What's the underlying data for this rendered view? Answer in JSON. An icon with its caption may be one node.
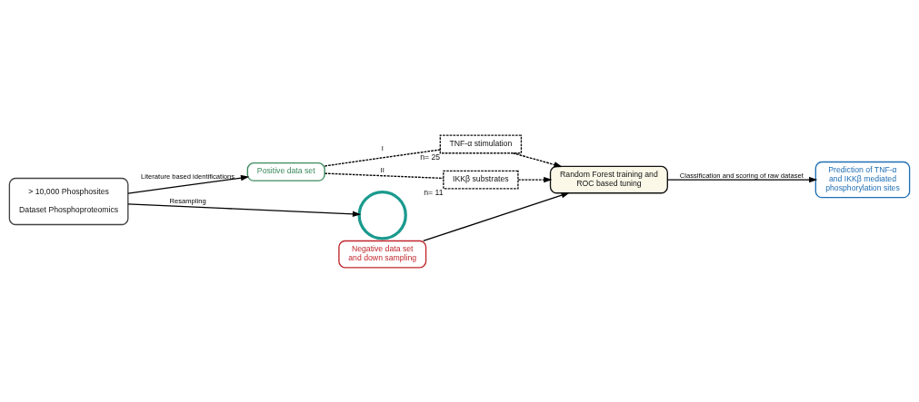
{
  "diagram": {
    "nodes": [
      {
        "text": [
          "> 10,000 Phosphosites",
          "Dataset Phosphoproteomics"
        ]
      },
      {
        "text": [
          "Positive data set"
        ]
      },
      {
        "text": [
          "TNF-α stimulation"
        ],
        "beside": [
          "n= 25"
        ]
      },
      {
        "text": [],
        "shape": "circle"
      },
      {
        "text": [
          "Negative data set and down sampling"
        ]
      },
      {
        "text": [
          "IKKβ substrates"
        ],
        "beside": [
          "n= 11"
        ]
      },
      {
        "text": [
          "Random Forest training and ROC based tuning"
        ]
      },
      {
        "text": [
          "Prediction of TNF-α and IKKβ mediated phosphorylation sites"
        ]
      }
    ],
    "edges": [
      {
        "from": 0,
        "to": 1,
        "arrow": "to",
        "label": "Literature based identifications"
      },
      {
        "from": 1,
        "to": 2,
        "arrow": "none",
        "style": "dashed",
        "label": "I"
      },
      {
        "from": 1,
        "to": 5,
        "arrow": "none",
        "style": "dashed",
        "label": "II"
      },
      {
        "from": 0,
        "to": 3,
        "arrow": "to",
        "label": "Resampling"
      },
      {
        "from": 4,
        "to": 6,
        "arrow": "to"
      },
      {
        "from": 2,
        "to": 6,
        "arrow": "to",
        "style": "dashed"
      },
      {
        "from": 5,
        "to": 6,
        "arrow": "to",
        "style": "dashed"
      },
      {
        "from": 6,
        "to": 7,
        "arrow": "to",
        "label": "Classification and scoring of raw dataset"
      }
    ]
  }
}
